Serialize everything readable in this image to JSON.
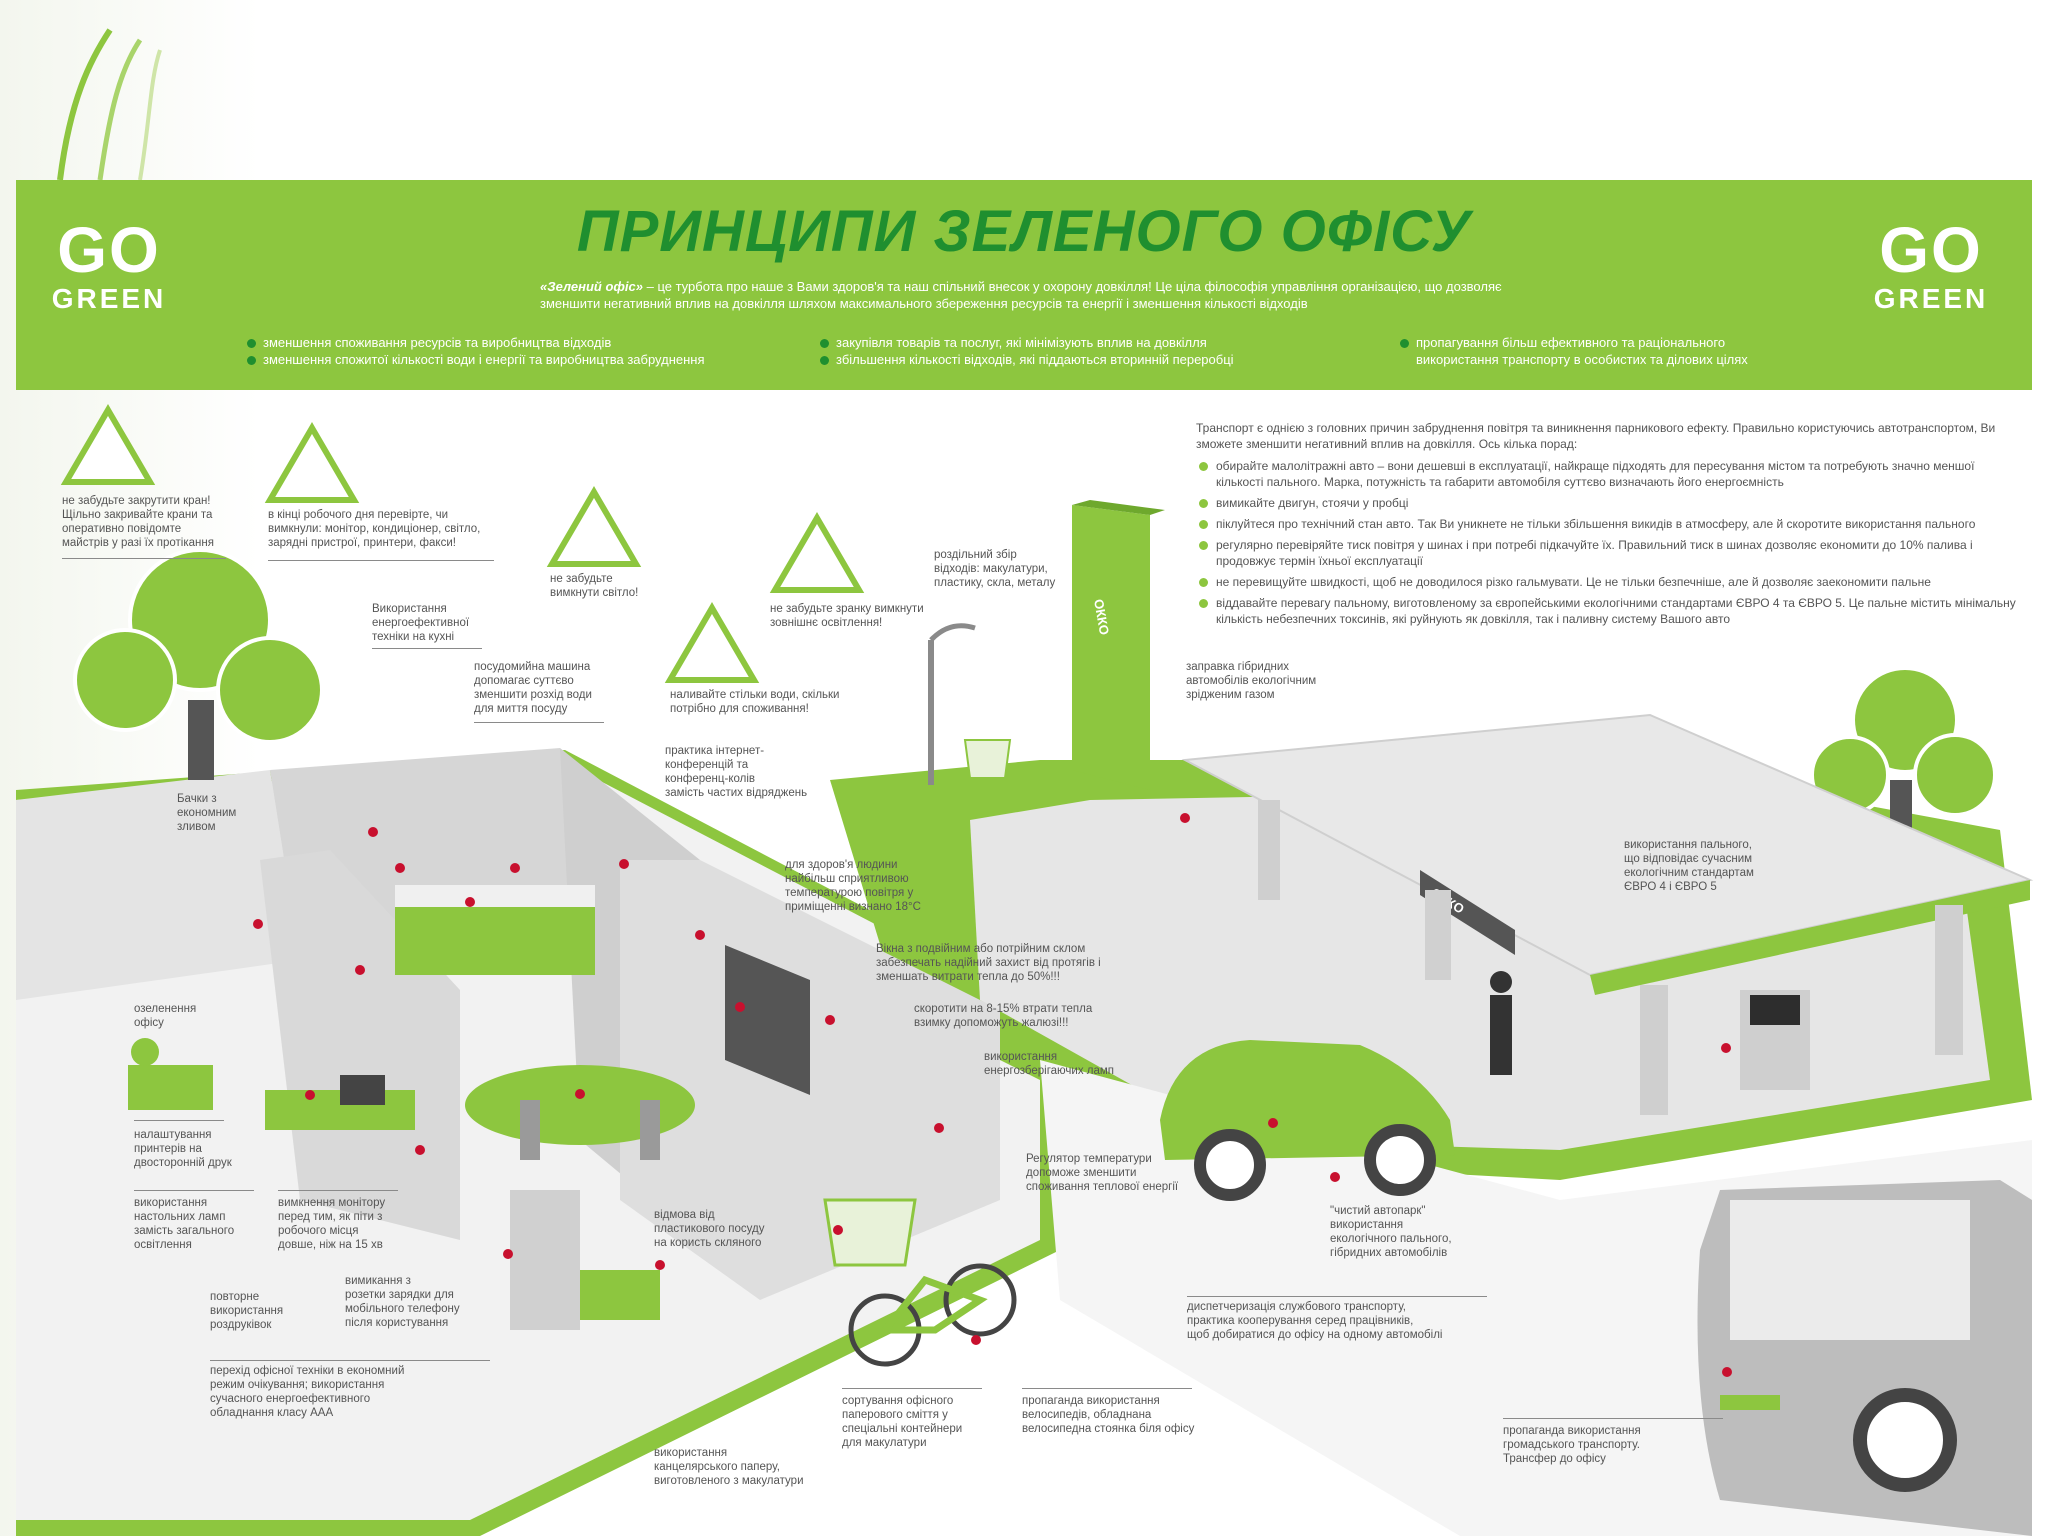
{
  "header": {
    "title": "ПРИНЦИПИ ЗЕЛЕНОГО ОФІСУ",
    "go": "GO",
    "green": "GREEN",
    "intro_term": "«Зелений офіс»",
    "intro_text": " – це турбота про наше з Вами здоров'я та наш спільний внесок у охорону довкілля! Це ціла філософія управління організацією, що дозволяє зменшити негативний вплив на довкілля шляхом максимального збереження ресурсів та енергії і зменшення кількості відходів",
    "bullets_col1": [
      "зменшення споживання ресурсів та виробництва відходів",
      "зменшення спожитої кількості води і енергії та виробництва забруднення"
    ],
    "bullets_col2": [
      "закупівля товарів та послуг, які мінімізують вплив на довкілля",
      "збільшення кількості відходів, які піддаються вторинній переробці"
    ],
    "bullets_col3": [
      "пропагування більш ефективного та раціонального використання транспорту в особистих та ділових цілях"
    ]
  },
  "transport": {
    "intro": "Транспорт є однією з головних причин забруднення повітря та виникнення парникового ефекту. Правильно користуючись автотранспортом, Ви зможете зменшити негативний вплив на довкілля. Ось кілька порад:",
    "tips": [
      "обирайте малолітражні авто – вони дешевші в експлуатації, найкраще підходять для пересування містом та потребують значно меншої кількості пального. Марка, потужність та габарити автомобіля суттєво визначають його енергоємність",
      "вимикайте двигун, стоячи у пробці",
      "піклуйтеся про технічний стан авто. Так Ви уникнете не тільки збільшення викидів в атмосферу, але й скоротите використання пального",
      "регулярно перевіряйте тиск повітря у шинах і при потребі підкачуйте їх. Правильний тиск в шинах дозволяє економити до 10% палива і продовжує термін їхньої експлуатації",
      "не перевищуйте швидкості, щоб не доводилося різко гальмувати. Це не тільки безпечніше, але й дозволяє заекономити пальне",
      "віддавайте перевагу пальному, виготовленому за європейськими екологічними стандартами ЄВРО 4 та ЄВРО 5. Це пальне містить мінімальну кількість небезпечних токсинів, які руйнують як довкілля, так і паливну систему Вашого авто"
    ]
  },
  "brand": {
    "okko": "ОККО"
  },
  "labels": {
    "tap": "не забудьте закрутити кран!\nЩільно закривайте крани та\nоперативно повідомте\nмайстрів у разі їх протікання",
    "plug": "в кінці робочого дня перевірте, чи\nвимкнули: монітор, кондиціонер, світло,\nзарядні пристрої, принтери, факси!",
    "bulb": "не забудьте\nвимкнути світло!",
    "outdoor_light": "не забудьте зранку вимкнути\nзовнішнє освітлення!",
    "separate": "роздільний збір\nвідходів: макулатури,\nпластику, скла, металу",
    "kitchen": "Використання\nенергоефективної\nтехніки на кухні",
    "dishwasher": "посудомийна машина\nдопомагає суттєво\nзменшити розхід води\nдля миття посуду",
    "kettle": "наливайте стільки води, скільки\nпотрібно для споживання!",
    "tanks": "Бачки з\nекономним\nзливом",
    "conference": "практика інтернет-\nконференцій та\nконференц-колів\nзамість частих відряджень",
    "temperature": "для здоров'я людини\nнайбільш сприятливою\nтемпературою повітря у\nприміщенні визнано 18°С",
    "windows": "Вікна з подвійним або потрійним склом\nзабезпечать надійний захист від протягів і\nзменшать витрати тепла до 50%!!!",
    "blinds": "скоротити на 8-15% втрати тепла\nвзимку допоможуть жалюзі!!!",
    "lamps": "використання\nенергозберігаючих ламп",
    "regulator": "Регулятор температури\nдопоможе зменшити\nспоживання теплової енергії",
    "greening": "озеленення\nофісу",
    "duplex": "налаштування\nпринтерів на\nдвосторонній друк",
    "desk_lamps": "використання\nнастольних ламп\nзамість загального\nосвітлення",
    "monitor": "вимкнення монітору\nперед тим, як піти з\nробочого місця\nдовше, ніж на 15 хв",
    "charger": "вимикання з\nрозетки зарядки для\nмобільного телефону\nпісля користування",
    "reuse": "повторне\nвикористання\nроздруківок",
    "plastic": "відмова від\nпластикового посуду\nна користь скляного",
    "economy": "перехід офісної техніки в економний\nрежим очікування; використання\nсучасного енергоефективного\nобладнання класу ААА",
    "recycled_paper": "використання\nканцелярського паперу,\nвиготовленого з макулатури",
    "sorting": "сортування офісного\nпаперового сміття у\nспеціальні контейнери\nдля макулатури",
    "bicycle": "пропаганда використання\nвелосипедів, обладнана\nвелосипедна стоянка біля офісу",
    "hybrid_station": "заправка гібридних\nавтомобілів екологічним\nзрідженим газом",
    "euro_fuel": "використання пального,\nщо відповідає сучасним\nекологічним стандартам\nЄВРО 4 і ЄВРО 5",
    "clean_fleet": "\"чистий автопарк\"\nвикористання\nекологічного пального,\nгібридних автомобілів",
    "dispatch": "диспетчеризація службового транспорту,\nпрактика кооперування серед працівників,\nщоб добиратися до офісу на одному автомобілі",
    "public_transport": "пропаганда використання\nгромадського транспорту.\nТрансфер до офісу"
  },
  "colors": {
    "green": "#8dc63f",
    "dark_green": "#1f8f2f",
    "grey": "#bdbdbd",
    "marker": "#c8102e"
  }
}
